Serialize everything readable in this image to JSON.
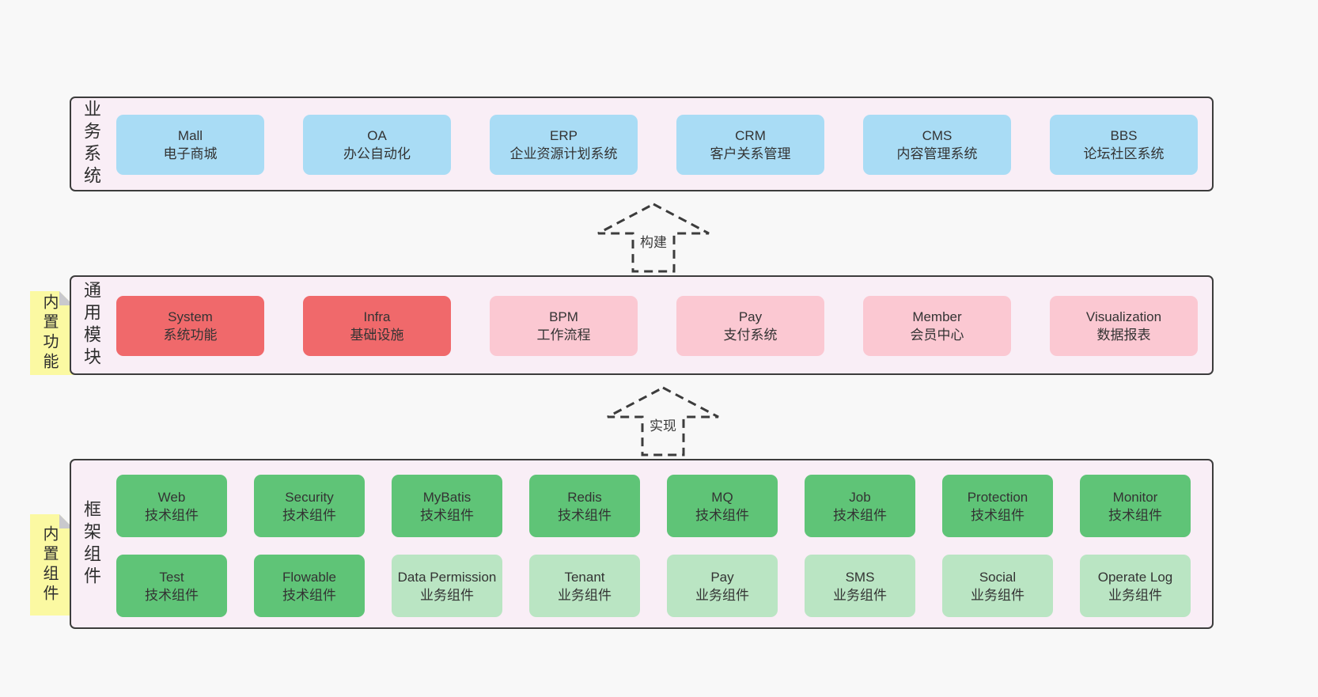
{
  "colors": {
    "panel_bg": "#f9eef6",
    "border": "#3c3c3c",
    "business_blue": "#a9dcf5",
    "module_red": "#f0696b",
    "module_pink": "#fbc8d2",
    "component_green": "#5fc477",
    "component_green_light": "#bae5c3",
    "sticky_yellow": "#fbf9a2",
    "page_bg": "#f8f8f8"
  },
  "arrows": {
    "build": {
      "label": "构建"
    },
    "implement": {
      "label": "实现"
    }
  },
  "sections": {
    "business": {
      "side_label": "业务系统",
      "boxes": [
        {
          "name": "Mall",
          "desc": "电子商城",
          "variant": "blue"
        },
        {
          "name": "OA",
          "desc": "办公自动化",
          "variant": "blue"
        },
        {
          "name": "ERP",
          "desc": "企业资源计划系统",
          "variant": "blue"
        },
        {
          "name": "CRM",
          "desc": "客户关系管理",
          "variant": "blue"
        },
        {
          "name": "CMS",
          "desc": "内容管理系统",
          "variant": "blue"
        },
        {
          "name": "BBS",
          "desc": "论坛社区系统",
          "variant": "blue"
        }
      ]
    },
    "modules": {
      "side_label": "通用模块",
      "sticky_label": "内置功能",
      "boxes": [
        {
          "name": "System",
          "desc": "系统功能",
          "variant": "red"
        },
        {
          "name": "Infra",
          "desc": "基础设施",
          "variant": "red"
        },
        {
          "name": "BPM",
          "desc": "工作流程",
          "variant": "pink"
        },
        {
          "name": "Pay",
          "desc": "支付系统",
          "variant": "pink"
        },
        {
          "name": "Member",
          "desc": "会员中心",
          "variant": "pink"
        },
        {
          "name": "Visualization",
          "desc": "数据报表",
          "variant": "pink"
        }
      ]
    },
    "framework": {
      "side_label": "框架组件",
      "sticky_label": "内置组件",
      "row1": [
        {
          "name": "Web",
          "desc": "技术组件",
          "variant": "green"
        },
        {
          "name": "Security",
          "desc": "技术组件",
          "variant": "green"
        },
        {
          "name": "MyBatis",
          "desc": "技术组件",
          "variant": "green"
        },
        {
          "name": "Redis",
          "desc": "技术组件",
          "variant": "green"
        },
        {
          "name": "MQ",
          "desc": "技术组件",
          "variant": "green"
        },
        {
          "name": "Job",
          "desc": "技术组件",
          "variant": "green"
        },
        {
          "name": "Protection",
          "desc": "技术组件",
          "variant": "green"
        },
        {
          "name": "Monitor",
          "desc": "技术组件",
          "variant": "green"
        }
      ],
      "row2": [
        {
          "name": "Test",
          "desc": "技术组件",
          "variant": "green"
        },
        {
          "name": "Flowable",
          "desc": "技术组件",
          "variant": "green"
        },
        {
          "name": "Data Permission",
          "desc": "业务组件",
          "variant": "green-light"
        },
        {
          "name": "Tenant",
          "desc": "业务组件",
          "variant": "green-light"
        },
        {
          "name": "Pay",
          "desc": "业务组件",
          "variant": "green-light"
        },
        {
          "name": "SMS",
          "desc": "业务组件",
          "variant": "green-light"
        },
        {
          "name": "Social",
          "desc": "业务组件",
          "variant": "green-light"
        },
        {
          "name": "Operate Log",
          "desc": "业务组件",
          "variant": "green-light"
        }
      ]
    }
  }
}
